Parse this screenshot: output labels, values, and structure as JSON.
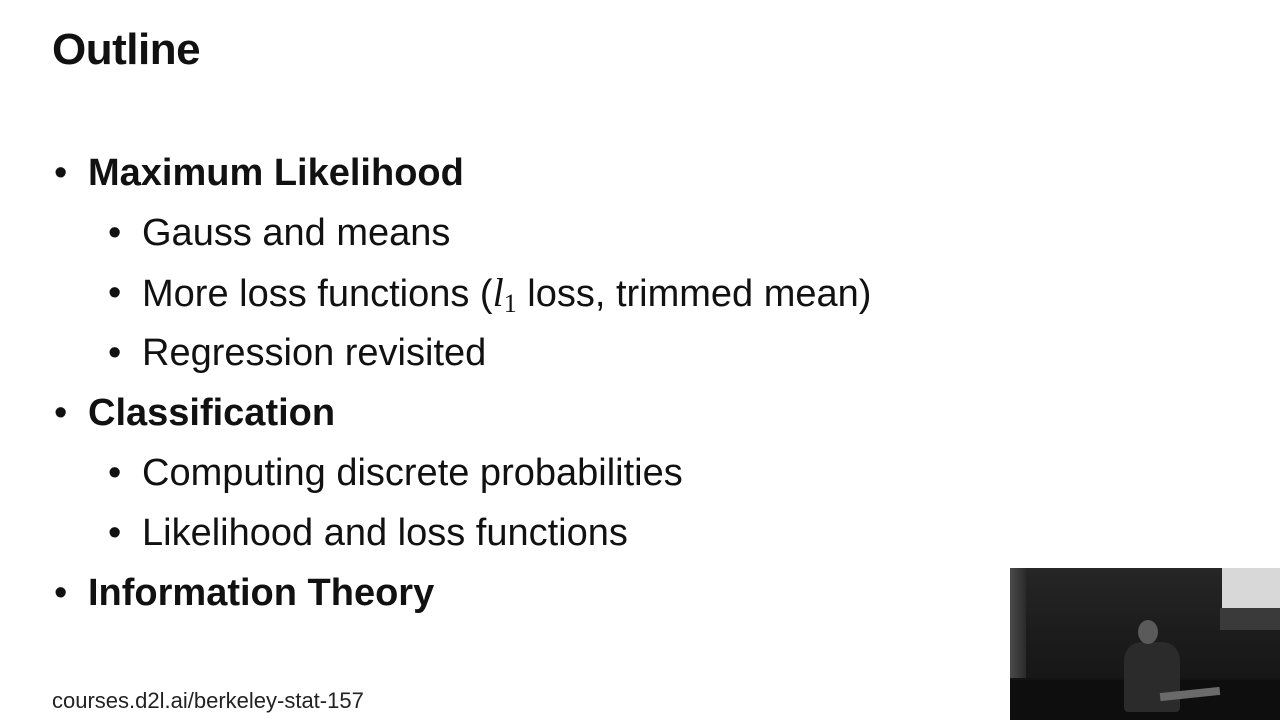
{
  "slide": {
    "title": "Outline",
    "items": [
      {
        "level": 1,
        "bullet": "•",
        "text": "Maximum Likelihood"
      },
      {
        "level": 2,
        "bullet": "•",
        "text": "Gauss and means"
      },
      {
        "level": 2,
        "bullet": "•",
        "text_before": "More loss functions (",
        "math_symbol": "l",
        "math_subscript": "1",
        "text_after": " loss, trimmed mean)"
      },
      {
        "level": 2,
        "bullet": "•",
        "text": "Regression revisited"
      },
      {
        "level": 1,
        "bullet": "•",
        "text": "Classification"
      },
      {
        "level": 2,
        "bullet": "•",
        "text": "Computing discrete probabilities"
      },
      {
        "level": 2,
        "bullet": "•",
        "text": "Likelihood and loss functions"
      },
      {
        "level": 1,
        "bullet": "•",
        "text": "Information Theory"
      }
    ],
    "footer": "courses.d2l.ai/berkeley-stat-157"
  }
}
